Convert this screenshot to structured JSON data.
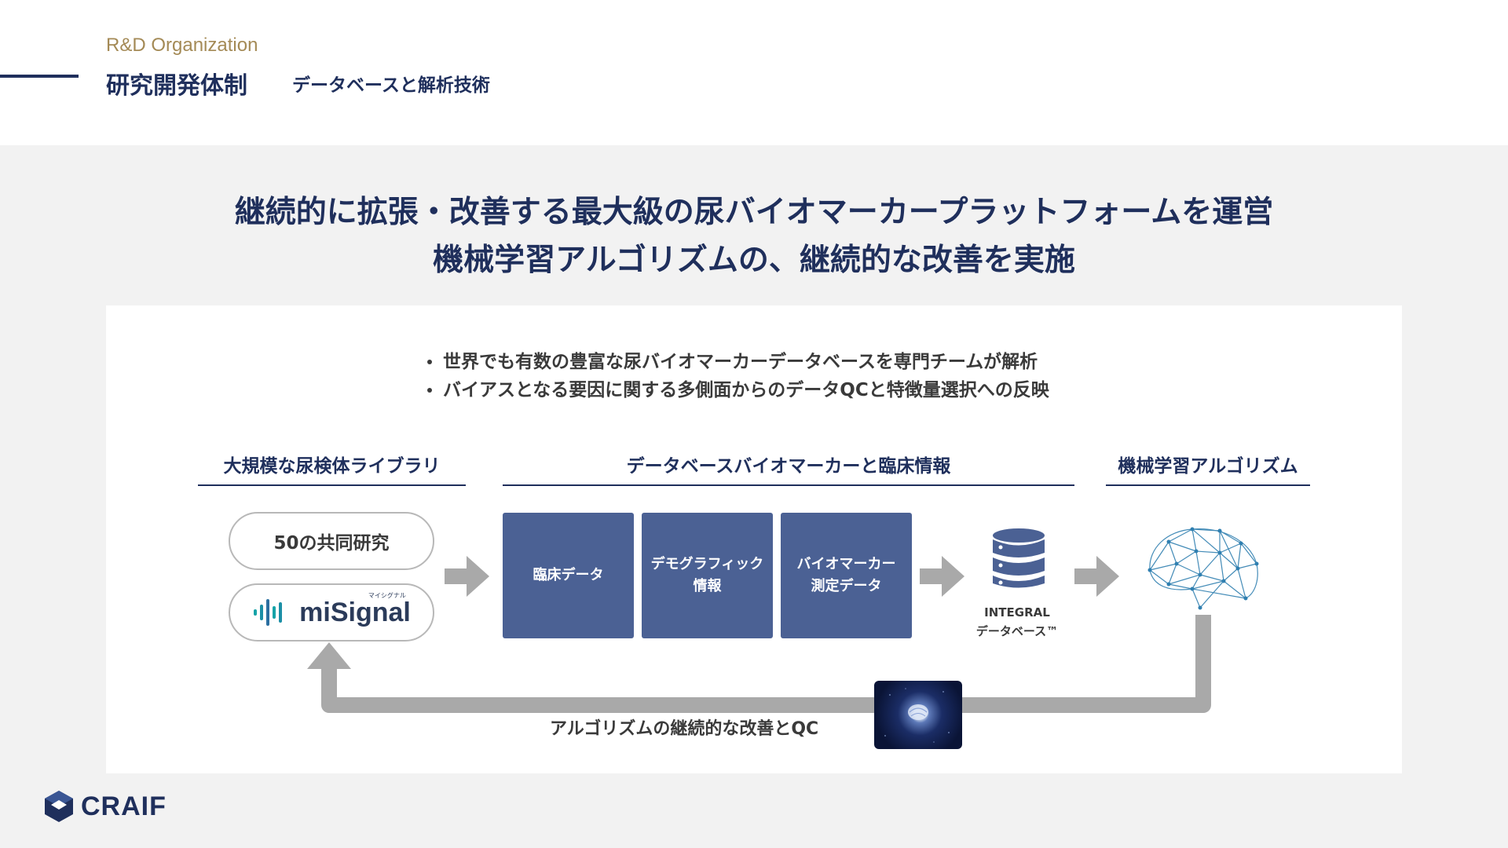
{
  "header": {
    "en_label": "R&D Organization",
    "title": "研究開発体制",
    "subtitle": "データベースと解析技術"
  },
  "headline": {
    "line1": "継続的に拡張・改善する最大級の尿バイオマーカープラットフォームを運営",
    "line2": "機械学習アルゴリズムの、継続的な改善を実施"
  },
  "bullets": [
    "世界でも有数の豊富な尿バイオマーカーデータベースを専門チームが解析",
    "バイアスとなる要因に関する多側面からのデータQCと特徴量選択への反映"
  ],
  "sections": {
    "library": "大規模な尿検体ライブラリ",
    "database": "データベースバイオマーカーと臨床情報",
    "ml": "機械学習アルゴリズム"
  },
  "library": {
    "joint_research": "50の共同研究",
    "logo_text": "miSignal",
    "logo_ruby": "マイシグナル"
  },
  "boxes": {
    "clinical": "臨床データ",
    "demographic_l1": "デモグラフィック",
    "demographic_l2": "情報",
    "biomarker_l1": "バイオマーカー",
    "biomarker_l2": "測定データ"
  },
  "database": {
    "label_l1": "INTEGRAL",
    "label_l2": "データベース™"
  },
  "loop": {
    "label": "アルゴリズムの継続的な改善とQC"
  },
  "footer": {
    "company": "CRAIF"
  },
  "colors": {
    "navy": "#1f2f5c",
    "gold": "#a48a56",
    "box_blue": "#4b6194",
    "arrow_gray": "#a9a9a9",
    "network_blue": "#2f7fb0",
    "logo_teal": "#16a3a8"
  }
}
